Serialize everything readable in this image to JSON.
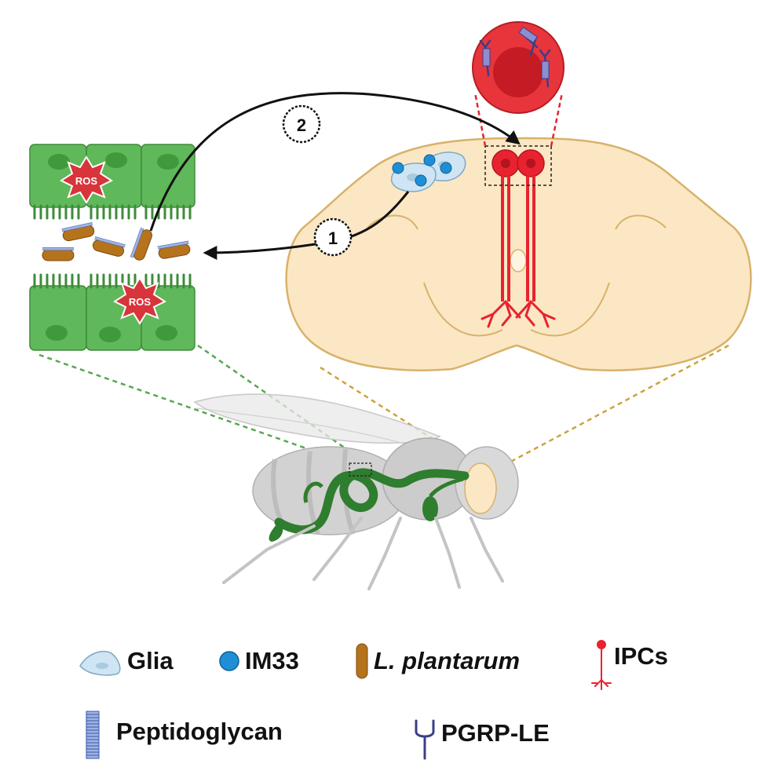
{
  "colors": {
    "gut_green": "#5fb85a",
    "gut_border": "#3e8b3a",
    "brain_fill": "#fbe7c4",
    "brain_border": "#d8b26a",
    "ipc_red": "#e8232f",
    "bacteria_brown": "#b5741c",
    "im33_blue": "#1e8fd6",
    "pgrp_navy": "#3b3f86",
    "fly_gray": "#bdbdbd"
  },
  "diagram": {
    "ros_top": "ROS",
    "ros_bottom": "ROS",
    "step_1": "1",
    "step_2": "2"
  },
  "legend": {
    "glia": "Glia",
    "im33": "IM33",
    "lplantarum": "L. plantarum",
    "ipcs": "IPCs",
    "peptidoglycan": "Peptidoglycan",
    "pgrp": "PGRP-LE"
  }
}
